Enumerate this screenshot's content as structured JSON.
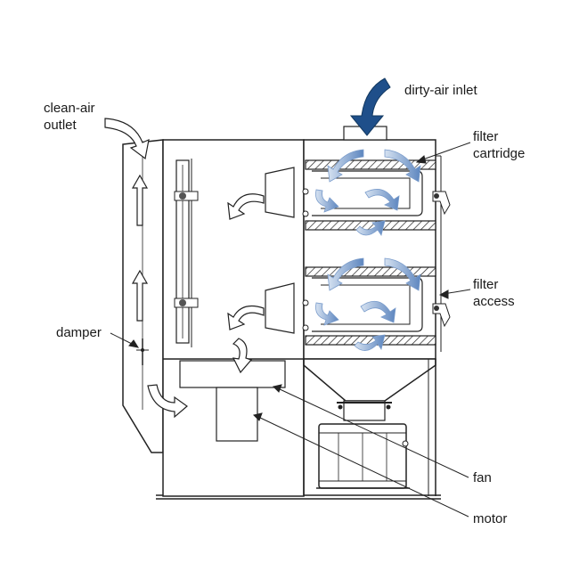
{
  "labels": {
    "dirty_air_inlet": "dirty-air inlet",
    "clean_air_outlet_line1": "clean-air",
    "clean_air_outlet_line2": "outlet",
    "filter_cartridge_line1": "filter",
    "filter_cartridge_line2": "cartridge",
    "filter_access_line1": "filter",
    "filter_access_line2": "access",
    "damper": "damper",
    "fan": "fan",
    "motor": "motor"
  },
  "colors": {
    "line": "#222222",
    "inlet_arrow": "#1f4f8a",
    "airflow_blue": "#5d86bf",
    "background": "#ffffff"
  },
  "icons": {
    "inlet": "down-curved-arrow-icon",
    "airflow": "curved-arrow-icon",
    "outlet": "up-arrow-icon"
  }
}
